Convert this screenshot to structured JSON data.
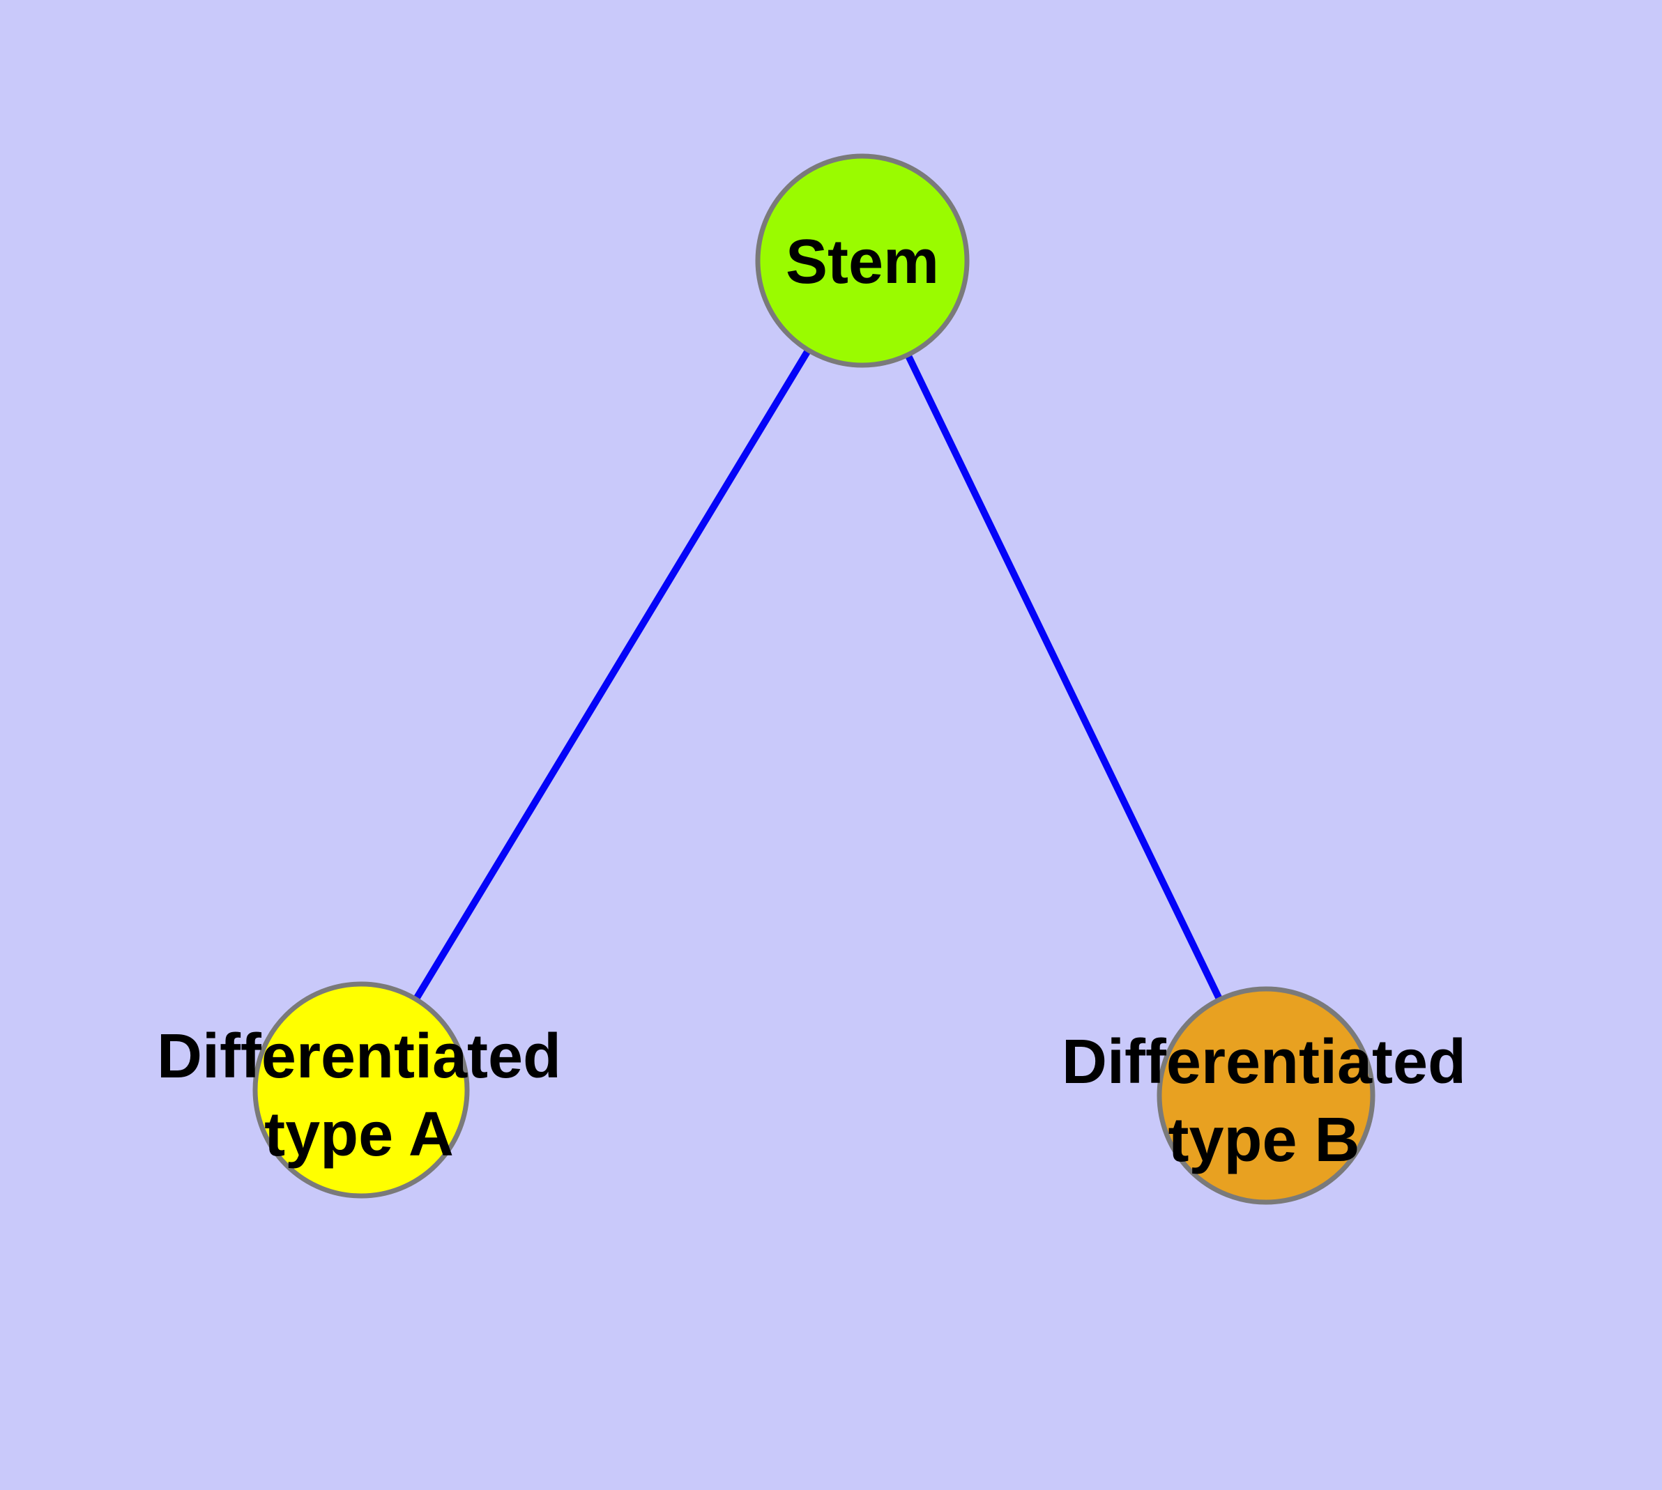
{
  "graph": {
    "background_color": "#C9C9FA",
    "edge_color": "#0404F8",
    "node_border_color": "#7A7A7A",
    "label_color": "#000000",
    "nodes": {
      "stem": {
        "label": "Stem",
        "fill": "#9AFB00"
      },
      "type_a": {
        "label_line1": "Differentiated",
        "label_line2": "type A",
        "fill": "#FFFF00"
      },
      "type_b": {
        "label_line1": "Differentiated",
        "label_line2": "type B",
        "fill": "#E8A121"
      }
    },
    "edges": [
      {
        "from": "Stem",
        "to": "Differentiated type A"
      },
      {
        "from": "Stem",
        "to": "Differentiated type B"
      }
    ]
  }
}
